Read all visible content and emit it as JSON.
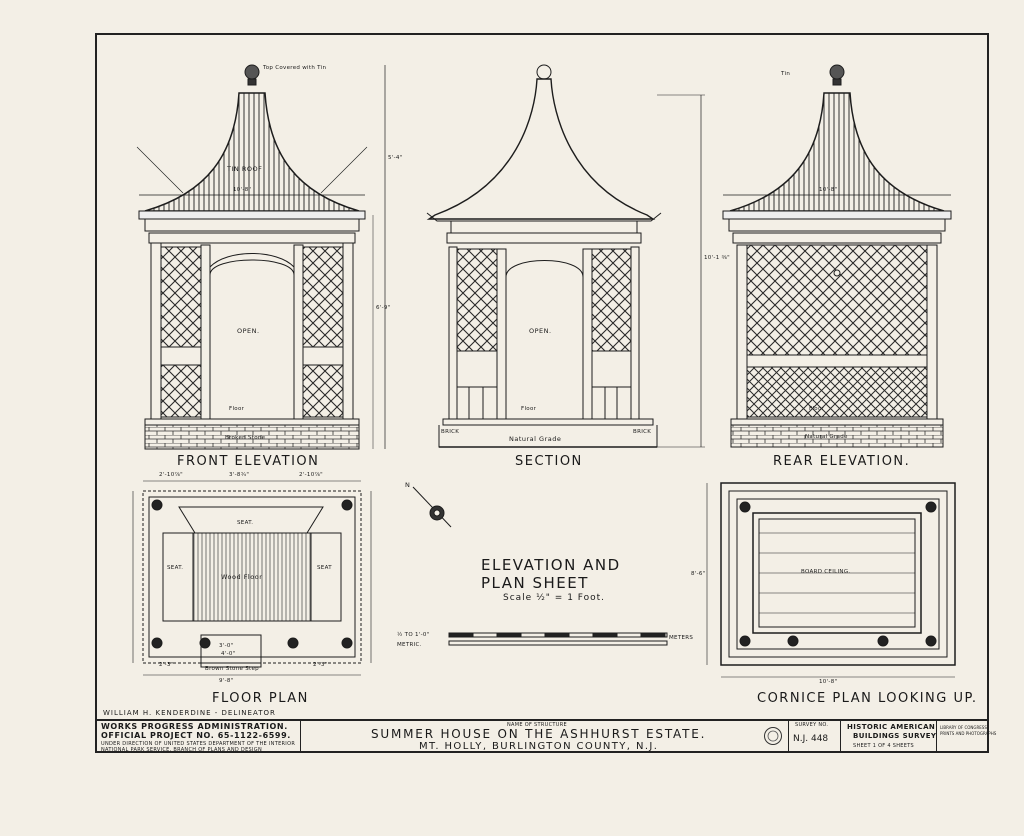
{
  "views": {
    "front_elevation": "FRONT ELEVATION",
    "section": "SECTION",
    "rear_elevation": "REAR ELEVATION.",
    "floor_plan": "FLOOR PLAN",
    "cornice_plan": "CORNICE PLAN LOOKING UP."
  },
  "sheet_title": {
    "line1": "ELEVATION AND",
    "line2": "PLAN SHEET",
    "scale": "Scale ½\" = 1 Foot."
  },
  "annotations": {
    "top_covered": "Top Covered with Tin",
    "tin_roof": "TIN ROOF",
    "tin": "Tin",
    "open": "OPEN.",
    "floor": "Floor",
    "broken_stone": "Broken Stone",
    "natural_grade": "Natural Grade",
    "brick_left": "BRICK",
    "brick_right": "BRICK",
    "seat": "SEAT.",
    "seat_left": "SEAT.",
    "seat_right": "SEAT",
    "wood_floor": "Wood Floor",
    "brown_stone_step": "Brown Stone Step",
    "board_ceiling": "BOARD CEILING.",
    "north": "N",
    "metric_scale": "½ TO 1'-0\"",
    "metric": "METRIC.",
    "meters": "METERS"
  },
  "dimensions": {
    "roof_width": "10'-8\"",
    "cornice_width": "10'-8\"",
    "cornice_depth": "8'-6\"",
    "cornice_width_bottom": "10'-8\"",
    "plan_top_1": "2'-10⅞\"",
    "plan_top_2": "3'-8¾\"",
    "plan_top_3": "2'-10⅞\"",
    "plan_step": "3'-0\"",
    "plan_step_2": "4'-0\"",
    "plan_bottom_1": "2'-3\"",
    "plan_bottom_2": "2'-3\"",
    "plan_width": "9'-8\"",
    "section_height": "10'-1 ⅜\"",
    "front_height": "5'-4\"",
    "opening_height": "6'-9\""
  },
  "delineator": "WILLIAM H. KENDERDINE - DELINEATOR",
  "title_block": {
    "wpa_line1": "WORKS PROGRESS ADMINISTRATION.",
    "wpa_line2": "OFFICIAL PROJECT NO. 65-1122-6599.",
    "wpa_line3": "UNDER DIRECTION OF UNITED STATES DEPARTMENT OF THE INTERIOR",
    "wpa_line4": "NATIONAL PARK SERVICE, BRANCH OF PLANS AND DESIGN",
    "name_label": "NAME OF STRUCTURE",
    "structure_line1": "SUMMER HOUSE ON THE ASHHURST ESTATE.",
    "structure_line2": "MT. HOLLY, BURLINGTON COUNTY, N.J.",
    "survey_label": "SURVEY NO.",
    "survey_no": "N.J. 448",
    "habs_line1": "HISTORIC AMERICAN",
    "habs_line2": "BUILDINGS SURVEY",
    "habs_line3": "SHEET 1 OF 4 SHEETS",
    "library": "LIBRARY OF CONGRESS",
    "library_2": "PRINTS AND PHOTOGRAPHS"
  }
}
